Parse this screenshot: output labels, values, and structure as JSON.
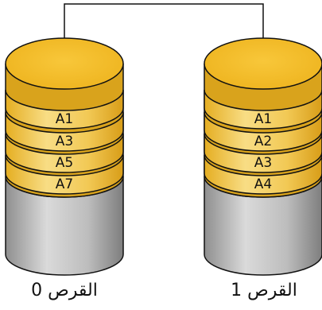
{
  "colors": {
    "cap": "#F6C02A",
    "band_light": "#F8DC80",
    "band_mid": "#F1C64E",
    "band_dark": "#E1A81E",
    "base_light": "#D9D9D9",
    "base_mid": "#B9B9B9",
    "base_dark": "#7A7A7A",
    "stroke": "#111111"
  },
  "disks": [
    {
      "id": "disk-0",
      "label": "القرص 0",
      "blocks": [
        "A1",
        "A3",
        "A5",
        "A7"
      ]
    },
    {
      "id": "disk-1",
      "label": "القرص 1",
      "blocks": [
        "A1",
        "A2",
        "A3",
        "A4"
      ]
    }
  ]
}
